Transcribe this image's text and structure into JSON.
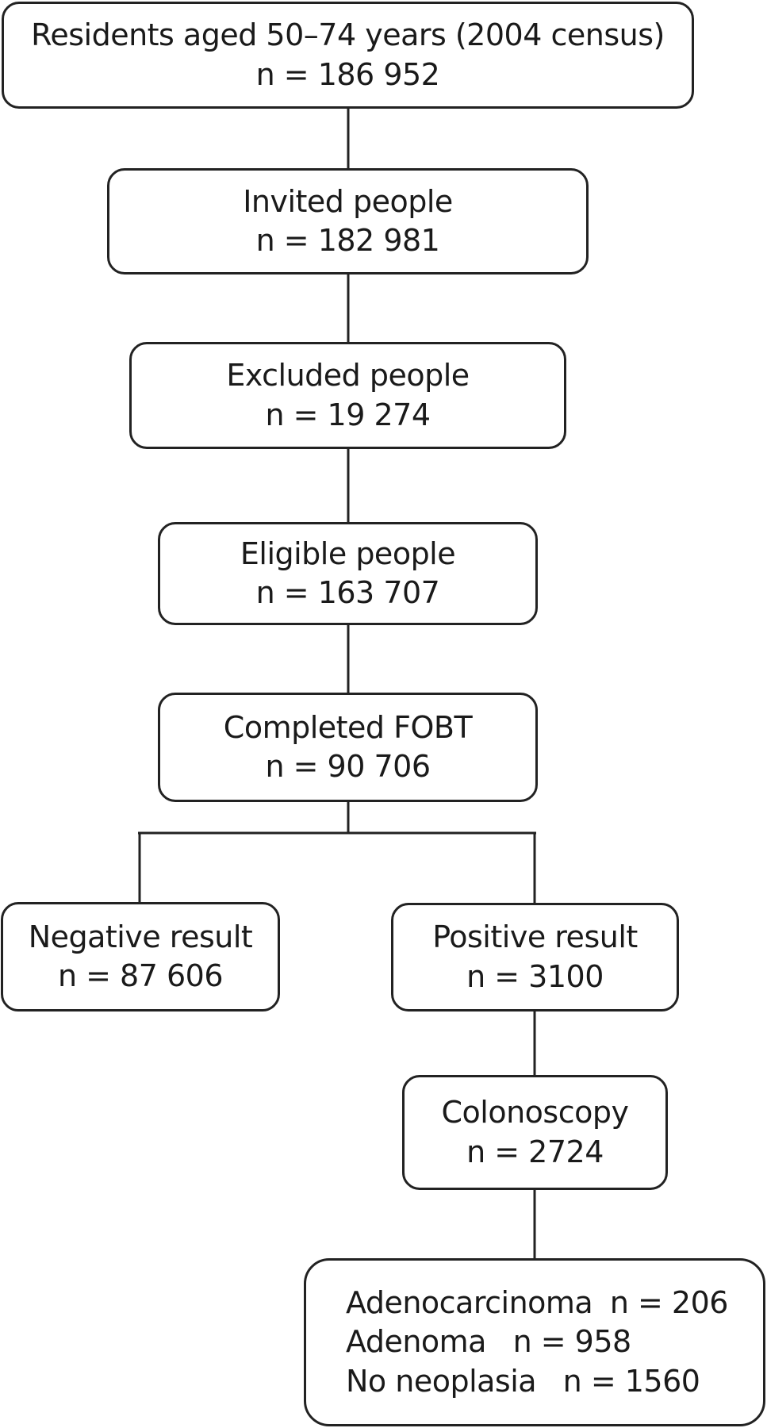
{
  "flowchart": {
    "residents": {
      "label": "Residents aged 50–74 years (2004 census)",
      "count": "n = 186 952"
    },
    "invited": {
      "label": "Invited people",
      "count": "n = 182 981"
    },
    "excluded": {
      "label": "Excluded people",
      "count": "n = 19 274"
    },
    "eligible": {
      "label": "Eligible people",
      "count": "n = 163 707"
    },
    "completed": {
      "label": "Completed FOBT",
      "count": "n = 90 706"
    },
    "negative": {
      "label": "Negative result",
      "count": "n = 87 606"
    },
    "positive": {
      "label": "Positive result",
      "count": "n = 3100"
    },
    "colonoscopy": {
      "label": "Colonoscopy",
      "count": "n = 2724"
    },
    "outcomes": [
      {
        "label": "Adenocarcinoma",
        "count": "n = 206"
      },
      {
        "label": "Adenoma",
        "count": "n = 958"
      },
      {
        "label": "No neoplasia",
        "count": "n = 1560"
      }
    ]
  }
}
